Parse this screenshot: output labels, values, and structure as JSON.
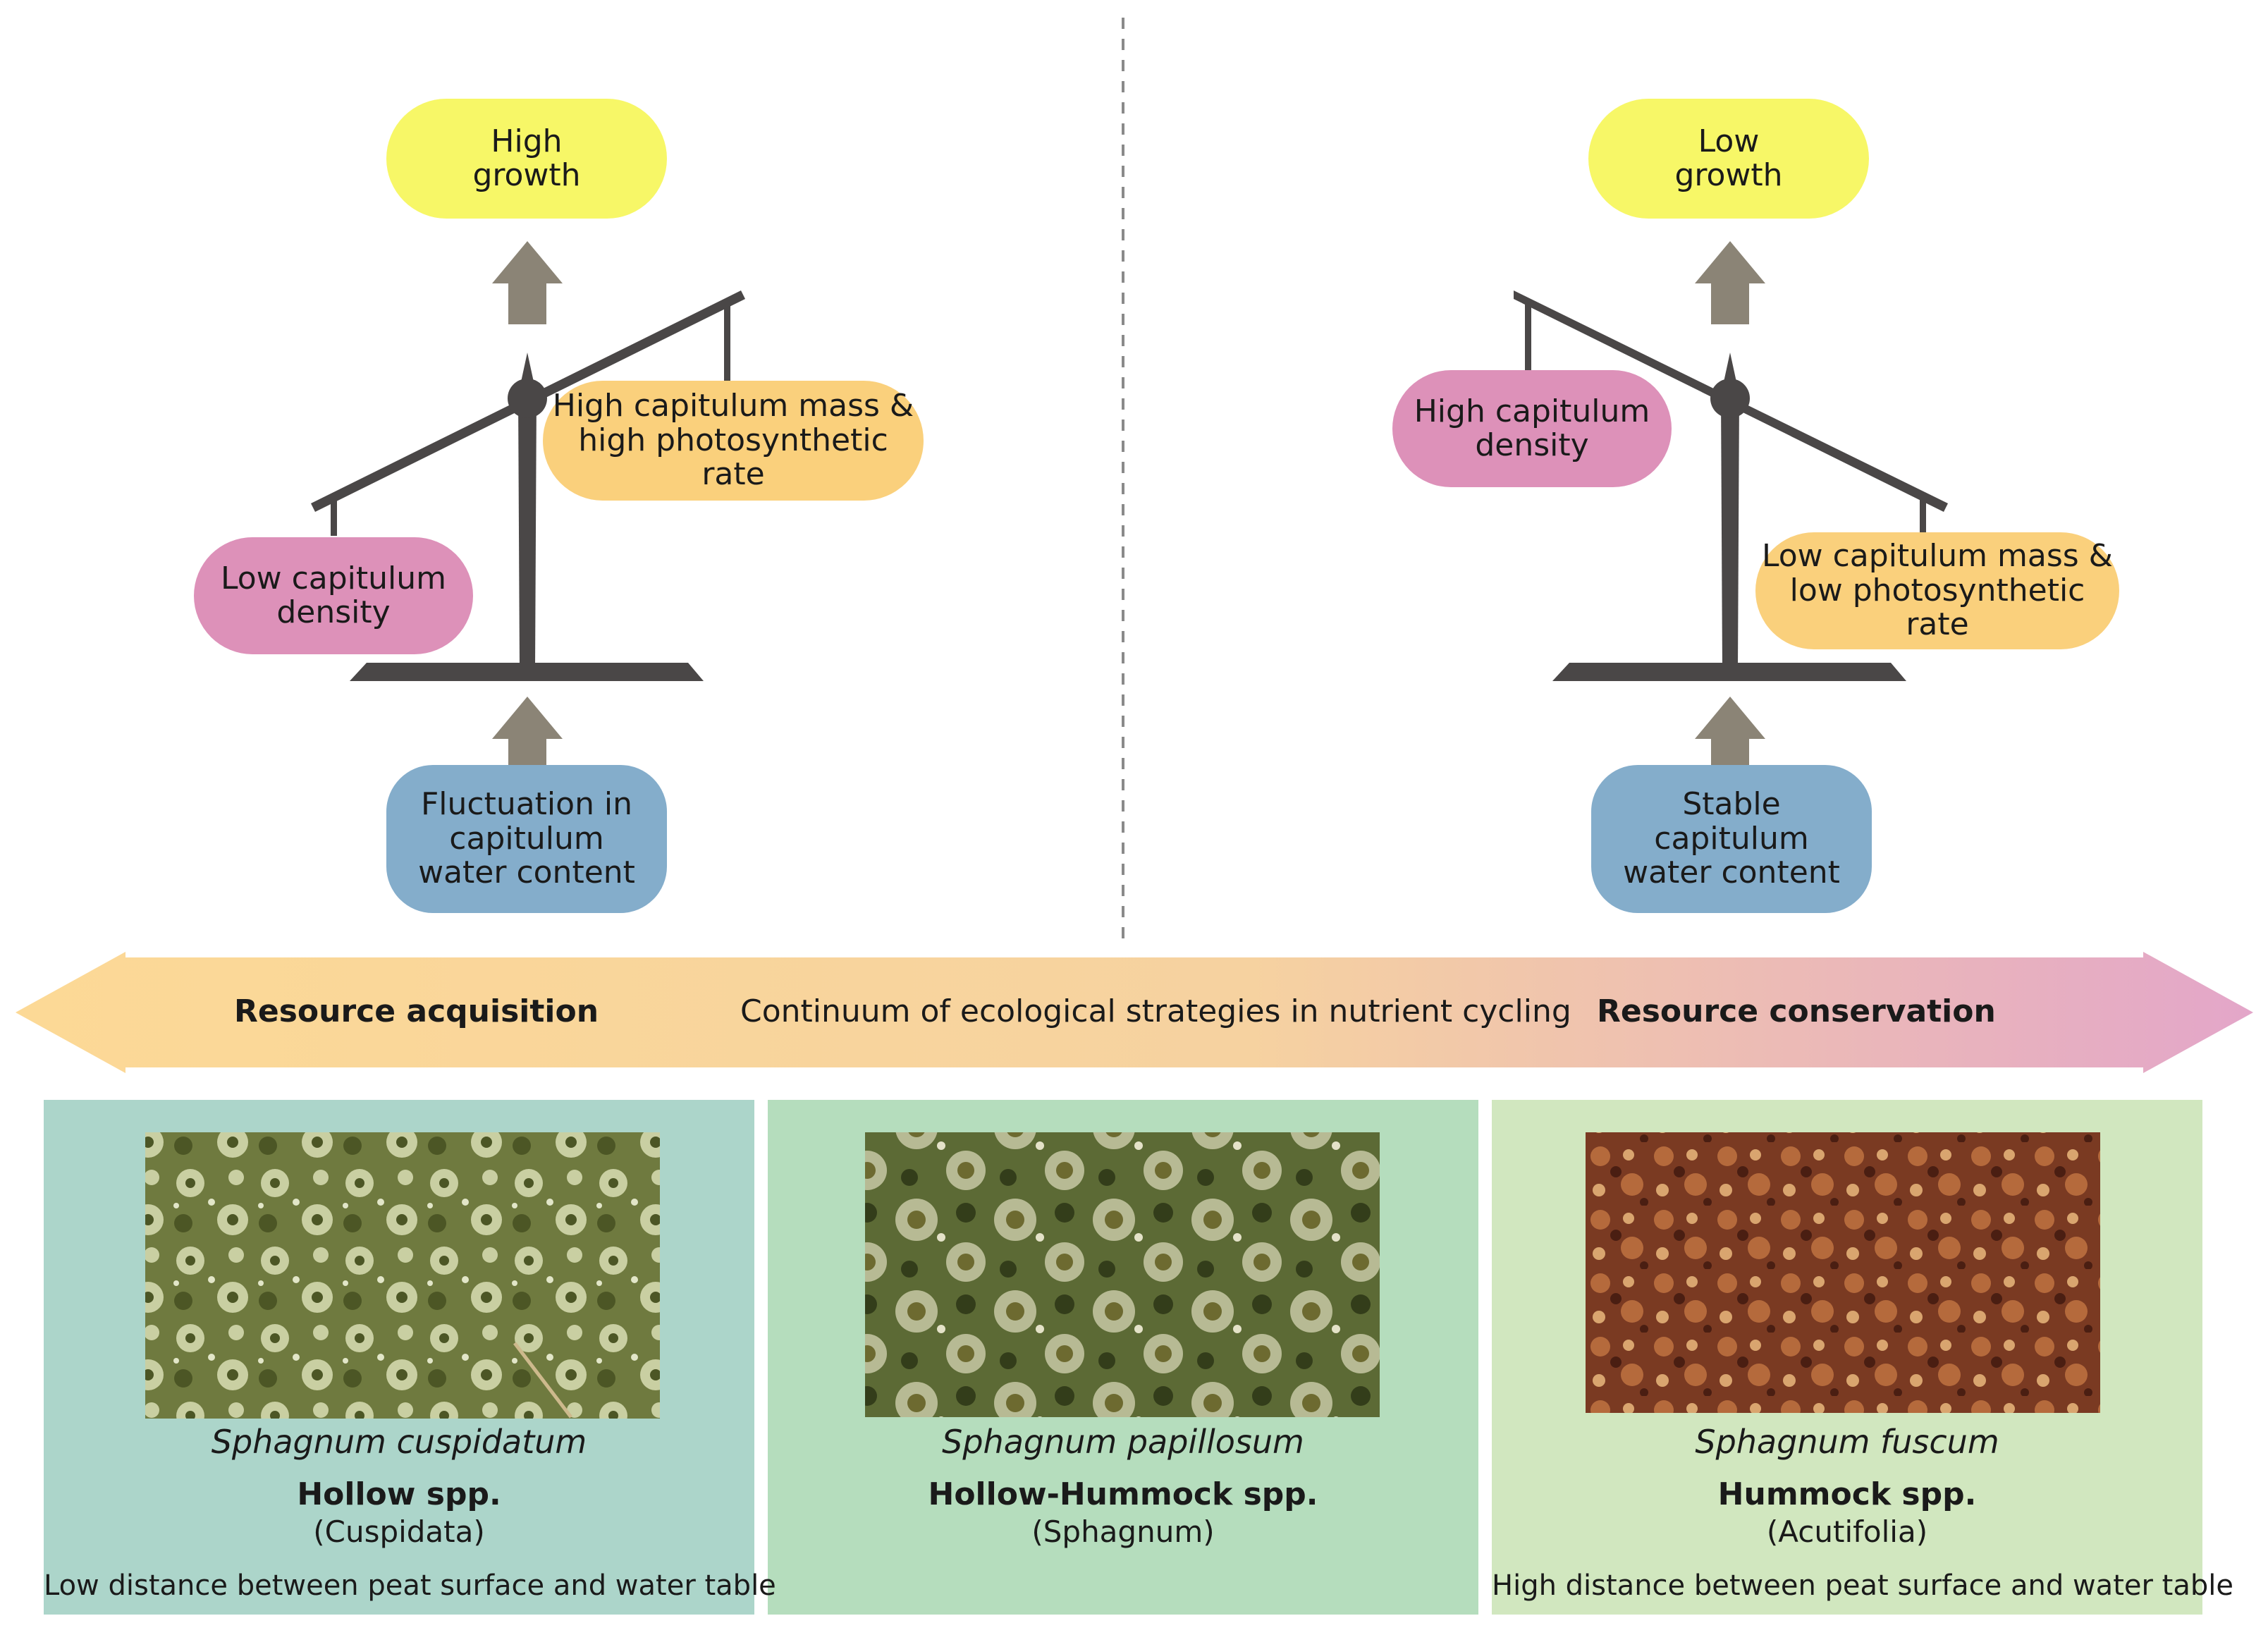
{
  "left_side": {
    "growth": "High\ngrowth",
    "heavy_pan": "High capitulum mass &\nhigh photosynthetic rate",
    "light_pan": "Low capitulum\ndensity",
    "driver": "Fluctuation in\ncapitulum\nwater content"
  },
  "right_side": {
    "growth": "Low\ngrowth",
    "heavy_pan": "Low capitulum mass &\nlow photosynthetic rate",
    "light_pan": "High capitulum\ndensity",
    "driver": "Stable\ncapitulum\nwater content"
  },
  "continuum_arrow": {
    "left_label": "Resource acquisition",
    "center_label": "Continuum of ecological strategies in nutrient cycling",
    "right_label": "Resource conservation"
  },
  "panels": [
    {
      "species": "Sphagnum cuspidatum",
      "group": "Hollow spp.",
      "section": "(Cuspidata)",
      "distance": "Low distance between peat surface and water table"
    },
    {
      "species": "Sphagnum papillosum",
      "group": "Hollow-Hummock spp.",
      "section": "(Sphagnum)",
      "distance": ""
    },
    {
      "species": "Sphagnum fuscum",
      "group": "Hummock spp.",
      "section": "(Acutifolia)",
      "distance": "High distance between peat surface and water table"
    }
  ],
  "colors": {
    "growth": "#f7f767",
    "mass_photosynthesis": "#fad07c",
    "density": "#dd91b9",
    "water_content": "#84adcb",
    "scale": "#4a4747",
    "up_arrow": "#8b8476",
    "continuum_start": "#fcd996",
    "continuum_end": "#e3a6c9",
    "panel_hollow": "#acd5ca",
    "panel_hollow_hummock": "#b5ddbd",
    "panel_hummock": "#d1e7bf"
  }
}
